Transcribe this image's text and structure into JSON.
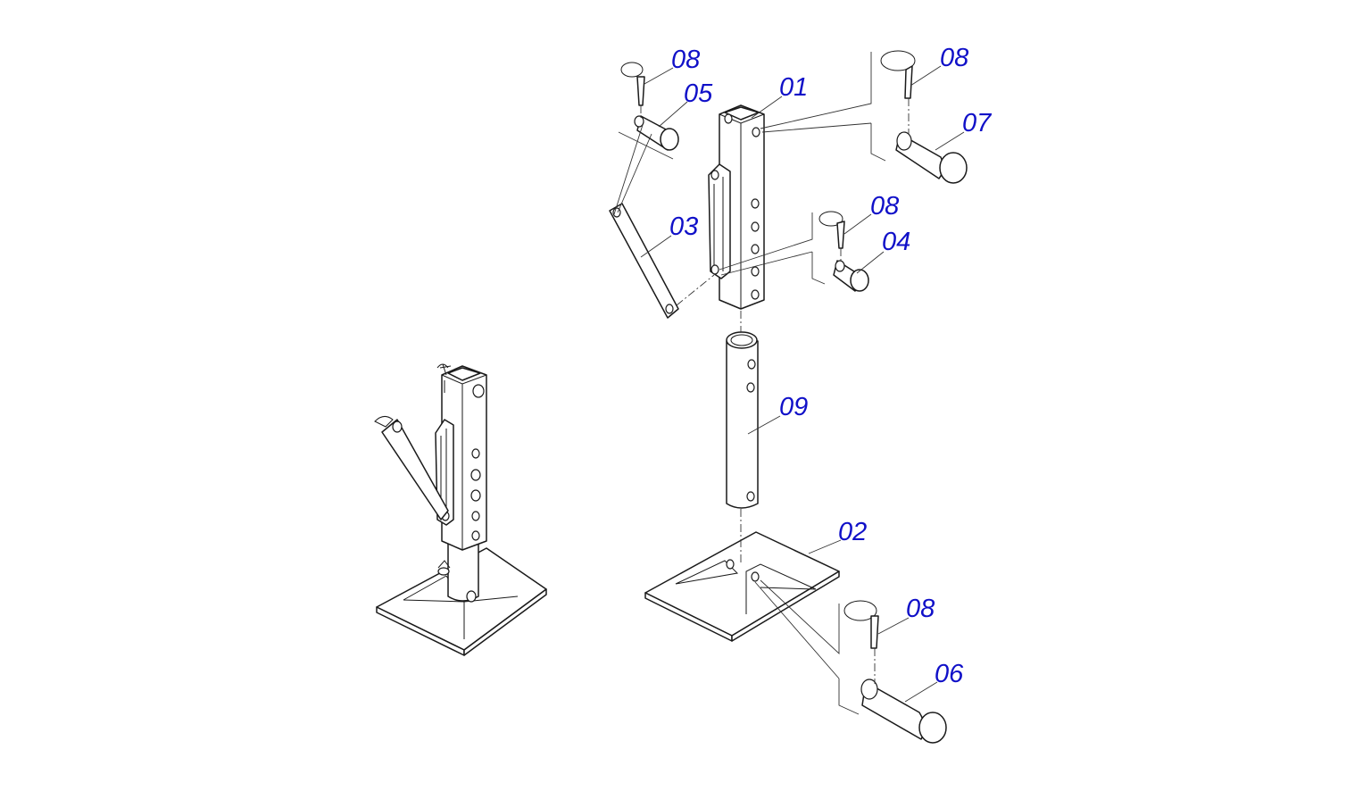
{
  "drawing": {
    "label_color": "#1010c8",
    "line_color": "#1a1a1a",
    "callouts": {
      "c01": "01",
      "c02": "02",
      "c03": "03",
      "c04": "04",
      "c05": "05",
      "c06": "06",
      "c07": "07",
      "c08_a": "08",
      "c08_b": "08",
      "c08_c": "08",
      "c08_d": "08",
      "c09": "09"
    }
  }
}
